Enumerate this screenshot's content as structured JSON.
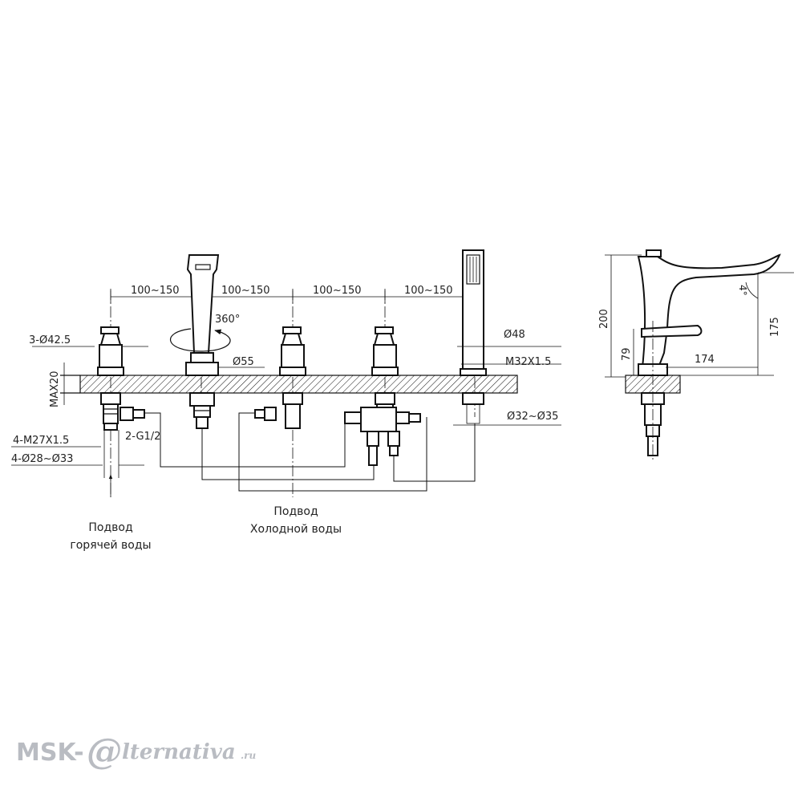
{
  "dimensions": {
    "spacing_1": "100~150",
    "spacing_2": "100~150",
    "spacing_3": "100~150",
    "spacing_4": "100~150",
    "rotation": "360°",
    "handle_diameter": "3-Ø42.5",
    "spout_diameter": "Ø55",
    "shower_diameter": "Ø48",
    "shower_thread": "M32X1.5",
    "shower_hole": "Ø32~Ø35",
    "deck_max": "MAX20",
    "thread_hot": "4-M27X1.5",
    "hole_range": "4-Ø28~Ø33",
    "inlet_thread": "2-G1/2",
    "side_height_total": "200",
    "side_height_spout": "175",
    "side_height_base": "79",
    "side_reach": "174",
    "side_angle": "4°"
  },
  "labels": {
    "hot_line1": "Подвод",
    "hot_line2": "горячей воды",
    "cold_line1": "Подвод",
    "cold_line2": "Холодной воды"
  },
  "watermark": {
    "prefix": "MSK-",
    "at": "@",
    "word": "lternativa",
    "suffix": ".ru"
  },
  "colors": {
    "line": "#111111",
    "watermark": "#b9bcc2"
  }
}
